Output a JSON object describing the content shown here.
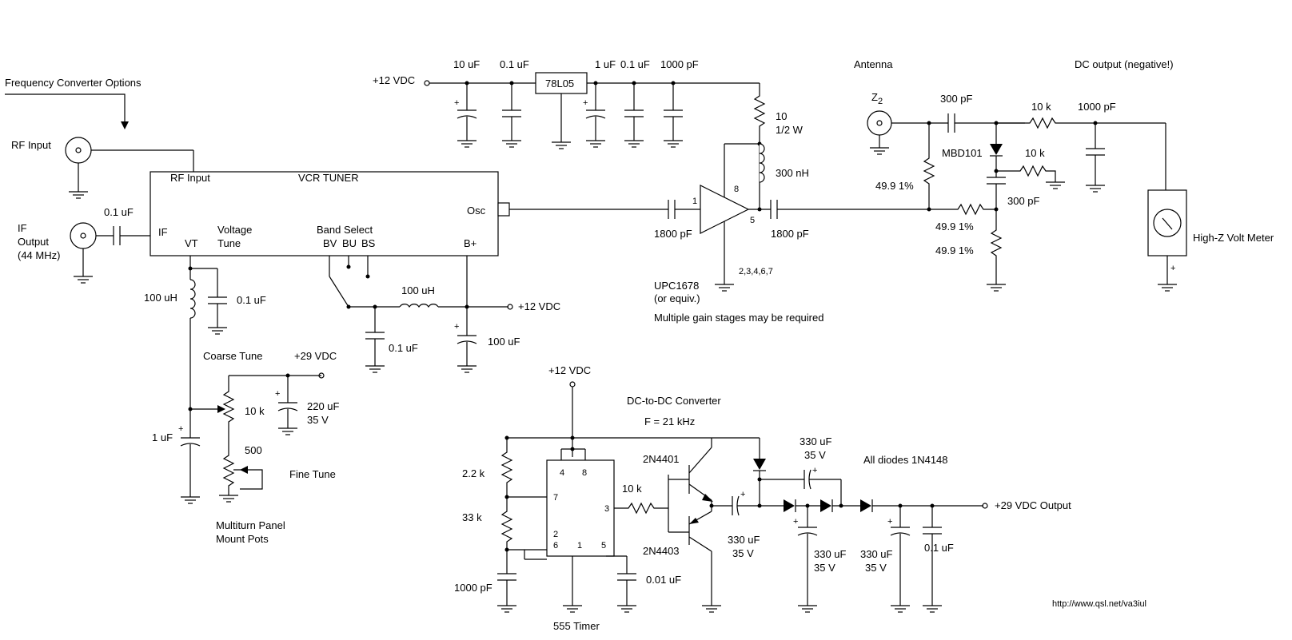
{
  "title": "Frequency Converter Options",
  "blocks": {
    "tuner": {
      "name": "VCR TUNER",
      "rf_in": "RF Input",
      "if": "IF",
      "vt": "VT",
      "bplus": "B+",
      "osc": "Osc",
      "voltage_tune": [
        "Voltage",
        "Tune"
      ],
      "band_select": "Band Select",
      "bv": "BV",
      "bu": "BU",
      "bs": "BS"
    },
    "regulator": "78L05",
    "timer": {
      "pins": [
        "4",
        "8",
        "7",
        "3",
        "2",
        "6",
        "1",
        "5"
      ],
      "label": "555 Timer"
    },
    "meter": "High-Z Volt Meter"
  },
  "labels": {
    "rf_input": "RF Input",
    "if_output": [
      "IF",
      "Output",
      "(44 MHz)"
    ],
    "antenna": "Antenna",
    "z2": "Z",
    "z2_sub": "2",
    "dc_output": "DC output (negative!)",
    "amp_part": [
      "UPC1678",
      "(or equiv.)"
    ],
    "amp_note": "Multiple gain stages may be required",
    "amp_pins": {
      "in": "1",
      "vcc": "8",
      "out": "5",
      "gnd": "2,3,4,6,7"
    },
    "coarse_tune": "Coarse Tune",
    "fine_tune": "Fine Tune",
    "pots": [
      "Multiturn Panel",
      "Mount Pots"
    ],
    "dcdc": [
      "DC-to-DC Converter",
      "F = 21 kHz"
    ],
    "diodes_note": "All diodes 1N4148",
    "output_29": "+29 VDC Output",
    "url": "http://www.qsl.net/va3iul",
    "meter_plus": "+"
  },
  "supplies": {
    "v12_top": "+12 VDC",
    "v12_mid": "+12 VDC",
    "v12_bottom": "+12 VDC",
    "v29": "+29 VDC"
  },
  "components": {
    "c_reg_10u": "10 uF",
    "c_reg_01u_a": "0.1 uF",
    "c_reg_1u": "1 uF",
    "c_reg_01u_b": "0.1 uF",
    "c_reg_1000p": "1000 pF",
    "r_10": [
      "10",
      "1/2 W"
    ],
    "l_300n": "300 nH",
    "c_1800_in": "1800 pF",
    "c_1800_out": "1800 pF",
    "c_if": "0.1 uF",
    "l_100u_vt": "100 uH",
    "c_vt": "0.1 uF",
    "l_100u_b": "100 uH",
    "c_b_01u": "0.1 uF",
    "c_b_100u": "100 uF",
    "r_10k_coarse": "10 k",
    "r_500": "500",
    "c_220u": [
      "220 uF",
      "35 V"
    ],
    "c_1u": "1 uF",
    "c_ant_300p": "300 pF",
    "r_ant_10k": "10 k",
    "c_1000p_out": "1000 pF",
    "d_mbd": "MBD101",
    "r_10k_b": "10 k",
    "c_300p_b": "300 pF",
    "r_49_a": "49.9 1%",
    "r_49_b": "49.9 1%",
    "r_49_c": "49.9 1%",
    "r_2k2": "2.2 k",
    "r_33k": "33 k",
    "c_1000p_t": "1000 pF",
    "c_001u": "0.01 uF",
    "r_10k_base": "10 k",
    "q_npn": "2N4401",
    "q_pnp": "2N4403",
    "c_330_a": [
      "330 uF",
      "35 V"
    ],
    "c_330_b": [
      "330 uF",
      "35 V"
    ],
    "c_330_c": [
      "330 uF",
      "35 V"
    ],
    "c_330_d": [
      "330 uF",
      "35 V"
    ],
    "c_01u_out": "0.1 uF"
  }
}
